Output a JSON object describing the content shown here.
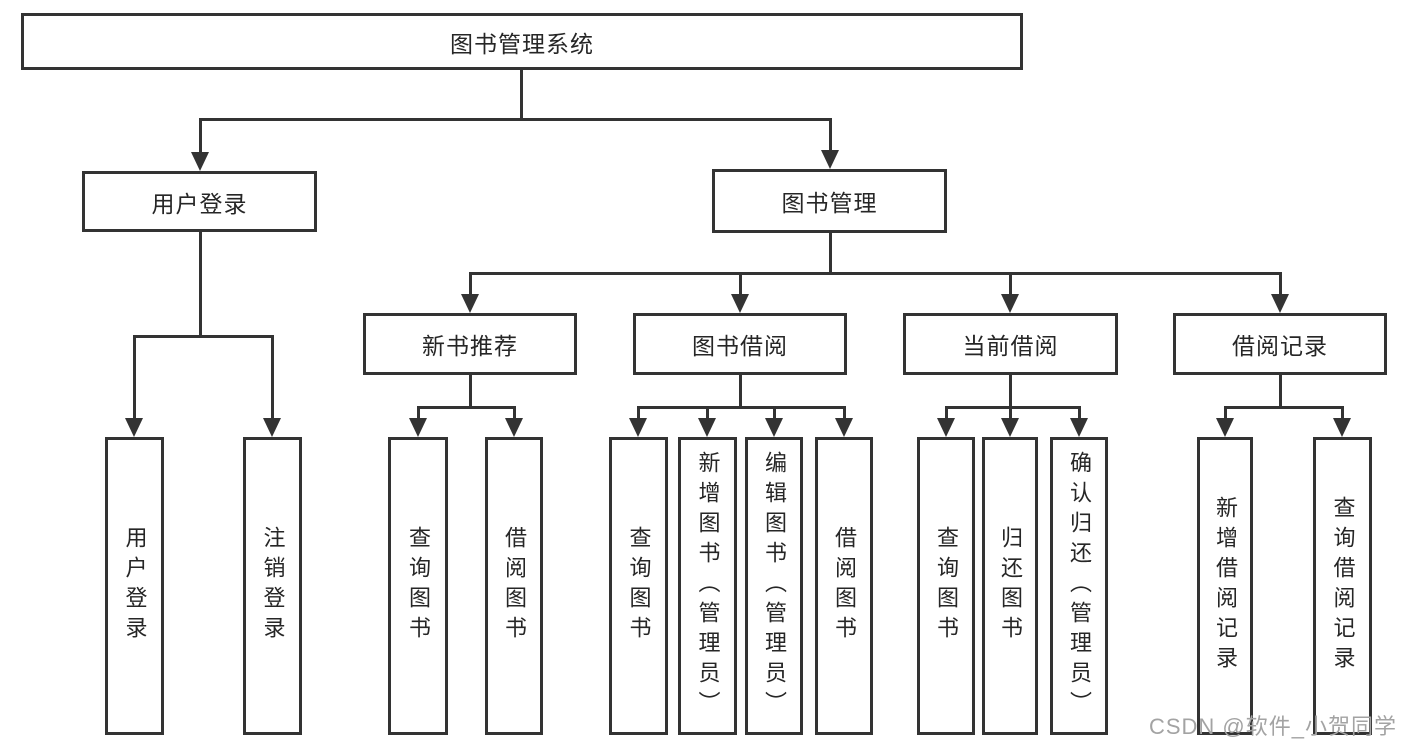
{
  "diagram_title": "图书管理系统",
  "watermark": "CSDN @软件_小贺同学",
  "colors": {
    "line": "#333333",
    "box_border": "#333333",
    "text": "#262626",
    "background": "#ffffff",
    "watermark": "#a3a3a3"
  },
  "tree": {
    "root": {
      "label": "图书管理系统",
      "children": [
        {
          "label": "用户登录",
          "children": [
            {
              "label": "用户登录"
            },
            {
              "label": "注销登录"
            }
          ]
        },
        {
          "label": "图书管理",
          "children": [
            {
              "label": "新书推荐",
              "children": [
                {
                  "label": "查询图书"
                },
                {
                  "label": "借阅图书"
                }
              ]
            },
            {
              "label": "图书借阅",
              "children": [
                {
                  "label": "查询图书"
                },
                {
                  "label": "新增图书（管理员）"
                },
                {
                  "label": "编辑图书（管理员）"
                },
                {
                  "label": "借阅图书"
                }
              ]
            },
            {
              "label": "当前借阅",
              "children": [
                {
                  "label": "查询图书"
                },
                {
                  "label": "归还图书"
                },
                {
                  "label": "确认归还（管理员）"
                }
              ]
            },
            {
              "label": "借阅记录",
              "children": [
                {
                  "label": "新增借阅记录"
                },
                {
                  "label": "查询借阅记录"
                }
              ]
            }
          ]
        }
      ]
    }
  }
}
